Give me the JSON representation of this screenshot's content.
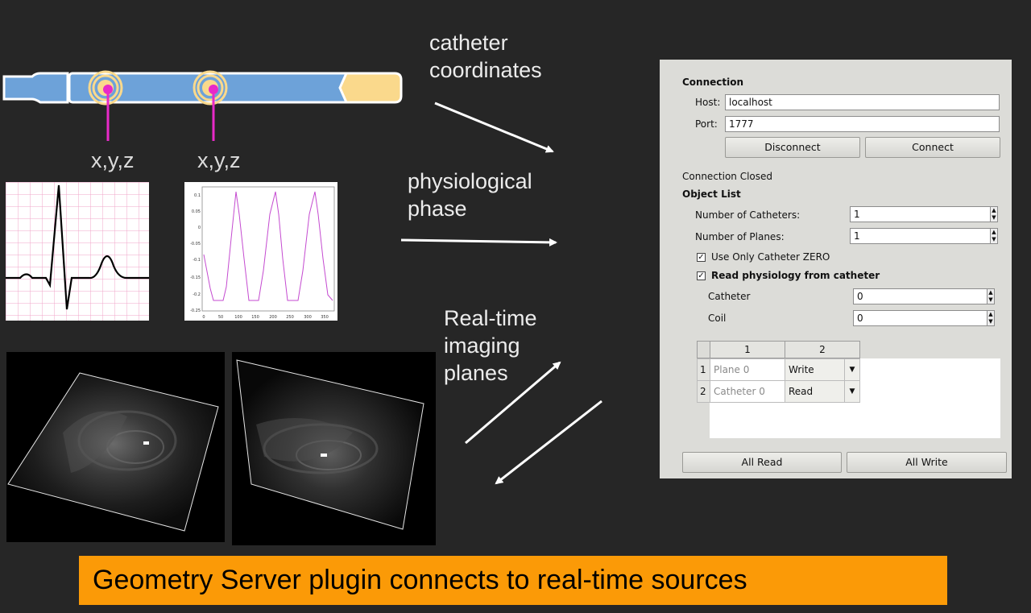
{
  "labels": {
    "catheter_coordinates": [
      "catheter",
      "coordinates"
    ],
    "physiological_phase": [
      "physiological",
      "phase"
    ],
    "realtime_planes": [
      "Real-time",
      "imaging",
      "planes"
    ],
    "xyz_1": "x,y,z",
    "xyz_2": "x,y,z"
  },
  "waveform_plot": {
    "y_ticks": [
      "0.1",
      "0.05",
      "0",
      "-0.05",
      "-0.1",
      "-0.15",
      "-0.2",
      "-0.25"
    ],
    "x_ticks": [
      "0",
      "50",
      "100",
      "150",
      "200",
      "250",
      "300",
      "350"
    ]
  },
  "panel": {
    "connection_title": "Connection",
    "host_label": "Host:",
    "host_value": "localhost",
    "port_label": "Port:",
    "port_value": "1777",
    "disconnect_label": "Disconnect",
    "connect_label": "Connect",
    "status_text": "Connection Closed",
    "object_list_title": "Object List",
    "num_catheters_label": "Number of Catheters:",
    "num_catheters_value": "1",
    "num_planes_label": "Number of Planes:",
    "num_planes_value": "1",
    "use_only_zero_label": "Use Only Catheter ZERO",
    "read_physio_label": "Read physiology from catheter",
    "catheter_label": "Catheter",
    "catheter_value": "0",
    "coil_label": "Coil",
    "coil_value": "0",
    "table": {
      "columns": [
        "1",
        "2"
      ],
      "rows": [
        {
          "index": "1",
          "name": "Plane 0",
          "mode": "Write"
        },
        {
          "index": "2",
          "name": "Catheter 0",
          "mode": "Read"
        }
      ]
    },
    "all_read_label": "All Read",
    "all_write_label": "All Write"
  },
  "banner_text": "Geometry Server plugin connects to real-time sources",
  "colors": {
    "background": "#262626",
    "catheter_blue": "#6da2d9",
    "coil_yellow": "#fad98c",
    "marker_magenta": "#e82ac8",
    "banner_orange": "#fb9a07"
  }
}
